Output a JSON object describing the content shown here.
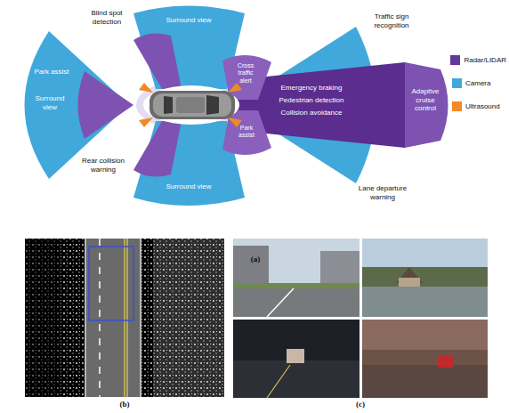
{
  "diagram": {
    "labels": [
      "Blind spot detection",
      "Surround view",
      "Traffic sign recognition",
      "Park assist",
      "Surround view",
      "Cross traffic alert",
      "Emergency braking",
      "Pedestrian detection",
      "Collision avoidance",
      "Adaptive cruise control",
      "Park assist",
      "Rear collision warning",
      "Surround view",
      "Lane departure warning",
      "(a)",
      "(b)",
      "(c)"
    ],
    "legend": [
      {
        "text": "Radar/LIDAR",
        "color": "#63399a"
      },
      {
        "text": "Camera",
        "color": "#41a8dc"
      },
      {
        "text": "Ultrasound",
        "color": "#f08a24"
      }
    ]
  }
}
